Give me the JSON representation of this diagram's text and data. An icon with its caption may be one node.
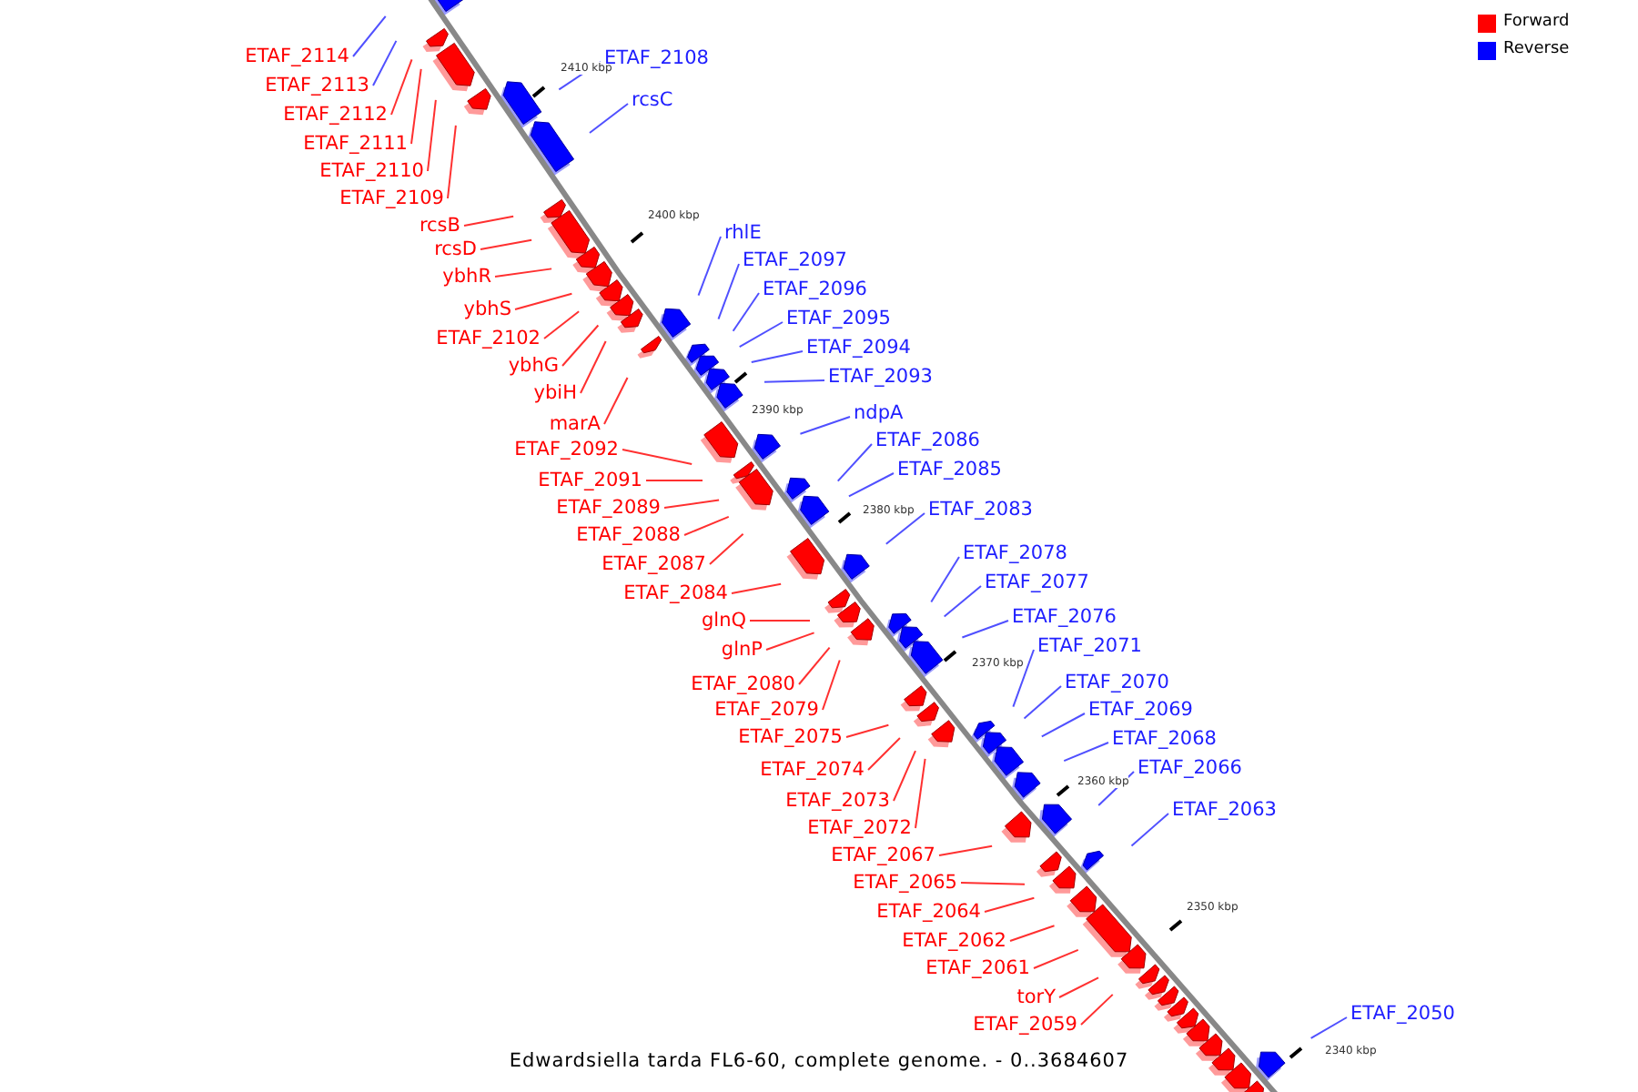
{
  "diagram": {
    "caption": "Edwardsiella tarda FL6-60, complete genome. - 0..3684607",
    "nodes": [
      {
        "text": [
          "ETAF_2114"
        ]
      },
      {
        "text": [
          "ETAF_2108"
        ]
      },
      {
        "text": [
          "ETAF_2113"
        ]
      },
      {
        "text": [
          "rcsC"
        ]
      },
      {
        "text": [
          "ETAF_2112"
        ]
      },
      {
        "text": [
          "ETAF_2111"
        ]
      },
      {
        "text": [
          "ETAF_2110"
        ]
      },
      {
        "text": [
          "ETAF_2109"
        ]
      },
      {
        "text": [
          "rcsB"
        ]
      },
      {
        "text": [
          "rhlE"
        ]
      },
      {
        "text": [
          "rcsD"
        ]
      },
      {
        "text": [
          "ETAF_2097"
        ]
      },
      {
        "text": [
          "ybhR"
        ]
      },
      {
        "text": [
          "ETAF_2096"
        ]
      },
      {
        "text": [
          "ybhS"
        ]
      },
      {
        "text": [
          "ETAF_2095"
        ]
      },
      {
        "text": [
          "ETAF_2102"
        ]
      },
      {
        "text": [
          "ETAF_2094"
        ]
      },
      {
        "text": [
          "ybhG"
        ]
      },
      {
        "text": [
          "ETAF_2093"
        ]
      },
      {
        "text": [
          "ybiH"
        ]
      },
      {
        "text": [
          "ndpA"
        ]
      },
      {
        "text": [
          "marA"
        ]
      },
      {
        "text": [
          "ETAF_2086"
        ]
      },
      {
        "text": [
          "ETAF_2092"
        ]
      },
      {
        "text": [
          "ETAF_2085"
        ]
      },
      {
        "text": [
          "ETAF_2091"
        ]
      },
      {
        "text": [
          "ETAF_2089"
        ]
      },
      {
        "text": [
          "ETAF_2083"
        ]
      },
      {
        "text": [
          "ETAF_2088"
        ]
      },
      {
        "text": [
          "ETAF_2078"
        ]
      },
      {
        "text": [
          "ETAF_2087"
        ]
      },
      {
        "text": [
          "ETAF_2077"
        ]
      },
      {
        "text": [
          "ETAF_2084"
        ]
      },
      {
        "text": [
          "ETAF_2076"
        ]
      },
      {
        "text": [
          "glnQ"
        ]
      },
      {
        "text": [
          "ETAF_2071"
        ]
      },
      {
        "text": [
          "glnP"
        ]
      },
      {
        "text": [
          "ETAF_2070"
        ]
      },
      {
        "text": [
          "ETAF_2080"
        ]
      },
      {
        "text": [
          "ETAF_2069"
        ]
      },
      {
        "text": [
          "ETAF_2079"
        ]
      },
      {
        "text": [
          "ETAF_2075"
        ]
      },
      {
        "text": [
          "ETAF_2068"
        ]
      },
      {
        "text": [
          "ETAF_2066"
        ]
      },
      {
        "text": [
          "ETAF_2074"
        ]
      },
      {
        "text": [
          "ETAF_2073"
        ]
      },
      {
        "text": [
          "ETAF_2063"
        ]
      },
      {
        "text": [
          "ETAF_2072"
        ]
      },
      {
        "text": [
          "ETAF_2067"
        ]
      },
      {
        "text": [
          "ETAF_2065"
        ]
      },
      {
        "text": [
          "ETAF_2064"
        ]
      },
      {
        "text": [
          "ETAF_2062"
        ]
      },
      {
        "text": [
          "ETAF_2061"
        ]
      },
      {
        "text": [
          "torY"
        ]
      },
      {
        "text": [
          "ETAF_2050"
        ]
      },
      {
        "text": [
          "ETAF_2059"
        ]
      }
    ],
    "edges": [
      {
        "from": 0,
        "to": null,
        "arrow": "none",
        "color": "#5050ff"
      },
      {
        "from": 1,
        "to": null,
        "arrow": "none",
        "color": "#5050ff"
      },
      {
        "from": 2,
        "to": null,
        "arrow": "none",
        "color": "#5050ff"
      },
      {
        "from": 3,
        "to": null,
        "arrow": "none",
        "color": "#5050ff"
      },
      {
        "from": 4,
        "to": null,
        "arrow": "none"
      },
      {
        "from": 5,
        "to": null,
        "arrow": "none"
      },
      {
        "from": 6,
        "to": null,
        "arrow": "none"
      },
      {
        "from": 7,
        "to": null,
        "arrow": "none"
      },
      {
        "from": 8,
        "to": null,
        "arrow": "none"
      },
      {
        "from": 9,
        "to": null,
        "arrow": "none",
        "color": "#5050ff"
      },
      {
        "from": 10,
        "to": null,
        "arrow": "none"
      },
      {
        "from": 11,
        "to": null,
        "arrow": "none",
        "color": "#5050ff"
      },
      {
        "from": 12,
        "to": null,
        "arrow": "none"
      },
      {
        "from": 13,
        "to": null,
        "arrow": "none",
        "color": "#5050ff"
      },
      {
        "from": 14,
        "to": null,
        "arrow": "none"
      },
      {
        "from": 15,
        "to": null,
        "arrow": "none",
        "color": "#5050ff"
      },
      {
        "from": 16,
        "to": null,
        "arrow": "none"
      },
      {
        "from": 17,
        "to": null,
        "arrow": "none",
        "color": "#5050ff"
      },
      {
        "from": 18,
        "to": null,
        "arrow": "none"
      },
      {
        "from": 19,
        "to": null,
        "arrow": "none",
        "color": "#5050ff"
      },
      {
        "from": 20,
        "to": null,
        "arrow": "none"
      },
      {
        "from": 21,
        "to": null,
        "arrow": "none",
        "color": "#5050ff"
      },
      {
        "from": 22,
        "to": null,
        "arrow": "none"
      },
      {
        "from": 23,
        "to": null,
        "arrow": "none",
        "color": "#5050ff"
      },
      {
        "from": 24,
        "to": null,
        "arrow": "none"
      },
      {
        "from": 25,
        "to": null,
        "arrow": "none",
        "color": "#5050ff"
      },
      {
        "from": 26,
        "to": null,
        "arrow": "none"
      },
      {
        "from": 27,
        "to": null,
        "arrow": "none"
      },
      {
        "from": 28,
        "to": null,
        "arrow": "none",
        "color": "#5050ff"
      },
      {
        "from": 29,
        "to": null,
        "arrow": "none"
      },
      {
        "from": 30,
        "to": null,
        "arrow": "none",
        "color": "#5050ff"
      },
      {
        "from": 31,
        "to": null,
        "arrow": "none"
      },
      {
        "from": 32,
        "to": null,
        "arrow": "none",
        "color": "#5050ff"
      },
      {
        "from": 33,
        "to": null,
        "arrow": "none"
      },
      {
        "from": 34,
        "to": null,
        "arrow": "none",
        "color": "#5050ff"
      },
      {
        "from": 35,
        "to": null,
        "arrow": "none"
      },
      {
        "from": 36,
        "to": null,
        "arrow": "none",
        "color": "#5050ff"
      },
      {
        "from": 37,
        "to": null,
        "arrow": "none"
      },
      {
        "from": 38,
        "to": null,
        "arrow": "none",
        "color": "#5050ff"
      },
      {
        "from": 39,
        "to": null,
        "arrow": "none"
      },
      {
        "from": 40,
        "to": null,
        "arrow": "none",
        "color": "#5050ff"
      },
      {
        "from": 41,
        "to": null,
        "arrow": "none"
      },
      {
        "from": 42,
        "to": null,
        "arrow": "none"
      },
      {
        "from": 43,
        "to": null,
        "arrow": "none",
        "color": "#5050ff"
      },
      {
        "from": 44,
        "to": null,
        "arrow": "none",
        "color": "#5050ff"
      },
      {
        "from": 45,
        "to": null,
        "arrow": "none"
      },
      {
        "from": 46,
        "to": null,
        "arrow": "none"
      },
      {
        "from": 47,
        "to": null,
        "arrow": "none",
        "color": "#5050ff"
      },
      {
        "from": 48,
        "to": null,
        "arrow": "none"
      },
      {
        "from": 49,
        "to": null,
        "arrow": "none"
      },
      {
        "from": 50,
        "to": null,
        "arrow": "none"
      },
      {
        "from": 51,
        "to": null,
        "arrow": "none"
      },
      {
        "from": 52,
        "to": null,
        "arrow": "none"
      },
      {
        "from": 53,
        "to": null,
        "arrow": "none"
      },
      {
        "from": 54,
        "to": null,
        "arrow": "none"
      },
      {
        "from": 55,
        "to": null,
        "arrow": "none",
        "color": "#5050ff"
      },
      {
        "from": 56,
        "to": null,
        "arrow": "none"
      }
    ],
    "labels": [
      "2410 kbp",
      "2400 kbp",
      "2390 kbp",
      "2380 kbp",
      "2370 kbp",
      "2360 kbp",
      "2350 kbp",
      "2340 kbp"
    ],
    "legend": [
      {
        "text": "Forward",
        "color": "#ff0000"
      },
      {
        "text": "Reverse",
        "color": "#0000ff"
      }
    ]
  }
}
